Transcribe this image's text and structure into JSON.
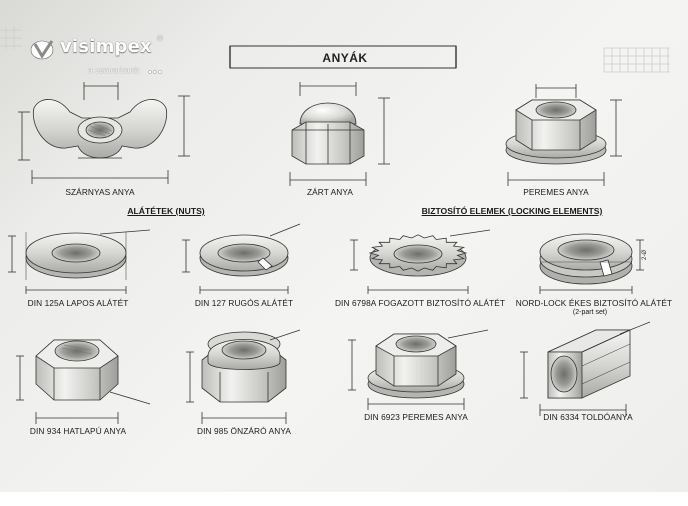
{
  "brand": {
    "name": "visimpex",
    "tagline": "a csavarbarát",
    "registered": "®"
  },
  "title": "ANYÁK",
  "sections": {
    "washers": "ALÁTÉTEK (NUTS)",
    "locking": "BIZTOSÍTÓ ELEMEK (LOCKING ELEMENTS)"
  },
  "items": {
    "wing_nut": "SZÁRNYAS ANYA",
    "cap_nut": "ZÁRT ANYA",
    "flange_nut": "PEREMES ANYA",
    "flat_washer": "DIN 125A LAPOS ALÁTÉT",
    "spring_washer": "DIN 127 RUGÓS ALÁTÉT",
    "lock_washer": "DIN 6798A FOGAZOTT BIZTOSÍTÓ ALÁTÉT",
    "nordlock": "NORD-LOCK ÉKES BIZTOSÍTÓ ALÁTÉT",
    "nordlock_note": "(2-part set)",
    "nordlock_dim": "2-Ø",
    "hex_nut": "DIN 934 HATLAPÚ ANYA",
    "self_locking_nut": "DIN 985 ÖNZÁRÓ ANYA",
    "din6923": "DIN 6923 PEREMES ANYA",
    "coupling_nut": "DIN 6334 TOLDÓANYA"
  }
}
